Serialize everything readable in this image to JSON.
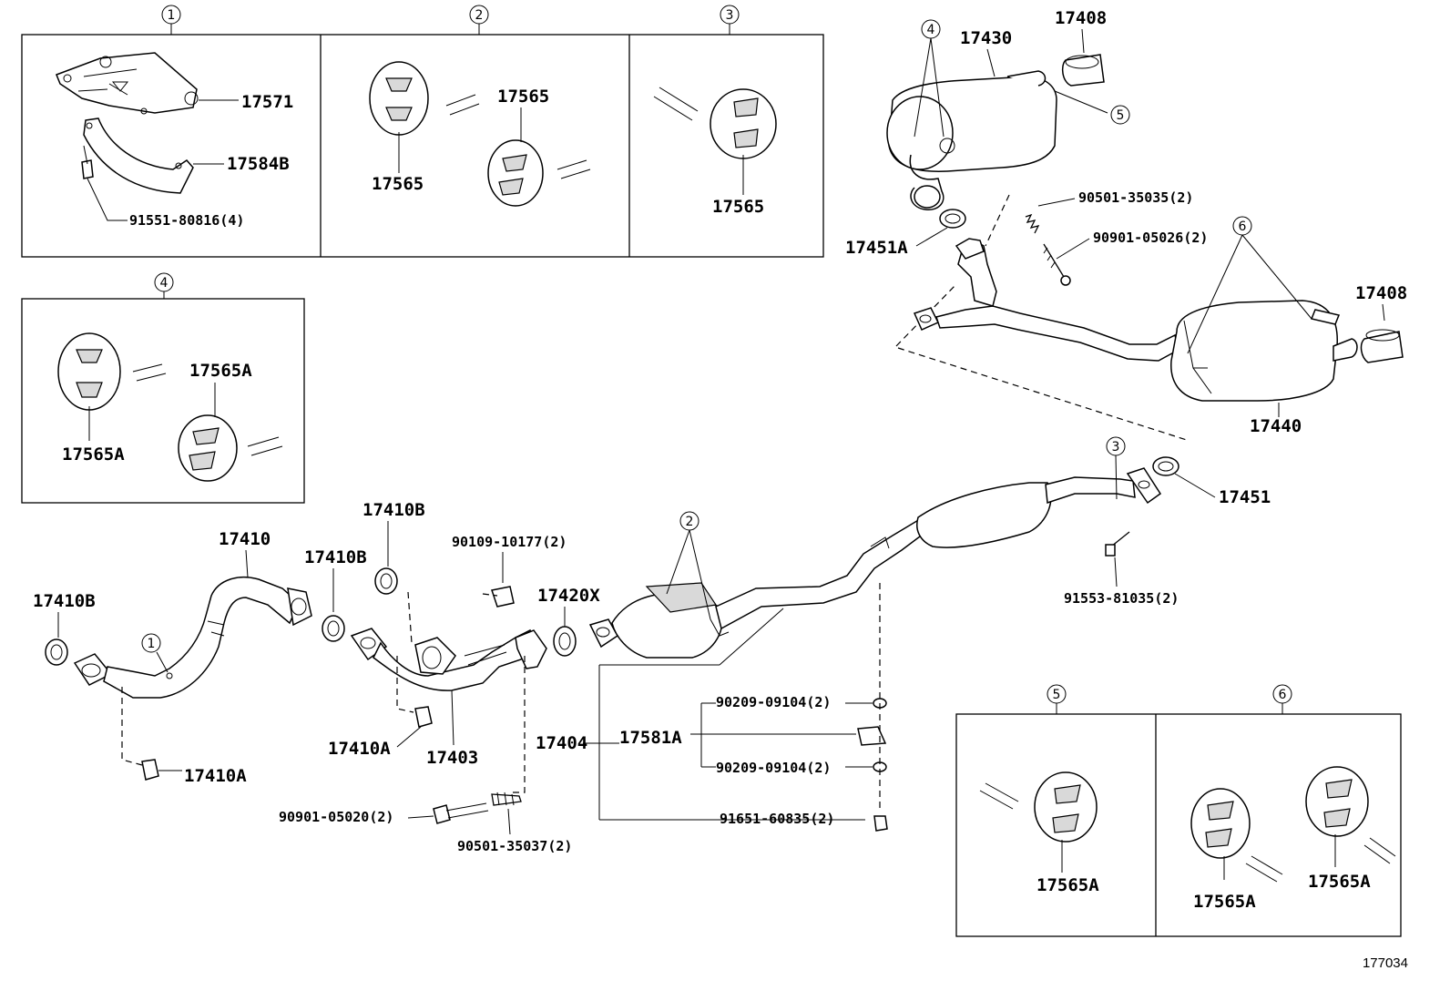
{
  "diagram": {
    "drawing_number": "177034",
    "panels": [
      {
        "id": "1",
        "labels": [
          "17571",
          "17584B",
          "91551-80816(4)"
        ]
      },
      {
        "id": "2",
        "labels": [
          "17565",
          "17565"
        ]
      },
      {
        "id": "3",
        "labels": [
          "17565"
        ]
      },
      {
        "id": "4",
        "labels": [
          "17565A",
          "17565A"
        ]
      },
      {
        "id": "5",
        "labels": [
          "17565A"
        ]
      },
      {
        "id": "6",
        "labels": [
          "17565A",
          "17565A"
        ]
      }
    ],
    "callouts": [
      "1",
      "2",
      "3",
      "4",
      "5",
      "6"
    ],
    "parts": {
      "p17430": "17430",
      "p17408a": "17408",
      "p17408b": "17408",
      "p17451A": "17451A",
      "p90501_35035": "90501-35035(2)",
      "p90901_05026": "90901-05026(2)",
      "p17440": "17440",
      "p17451": "17451",
      "p91553_81035": "91553-81035(2)",
      "p17410": "17410",
      "p17410B_a": "17410B",
      "p17410B_b": "17410B",
      "p17410B_c": "17410B",
      "p90109_10177": "90109-10177(2)",
      "p17420X": "17420X",
      "p17410A_a": "17410A",
      "p17410A_b": "17410A",
      "p17403": "17403",
      "p17404": "17404",
      "p17581A": "17581A",
      "p90209_09104_a": "90209-09104(2)",
      "p90209_09104_b": "90209-09104(2)",
      "p91651_60835": "91651-60835(2)",
      "p90901_05020": "90901-05020(2)",
      "p90501_35037": "90501-35037(2)"
    }
  }
}
